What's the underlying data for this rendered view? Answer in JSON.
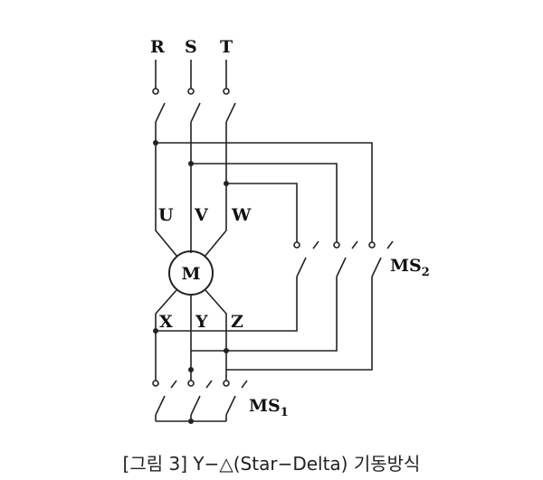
{
  "phases": {
    "r": "R",
    "s": "S",
    "t": "T"
  },
  "motor_terminals": {
    "u": "U",
    "v": "V",
    "w": "W",
    "x": "X",
    "y": "Y",
    "z": "Z"
  },
  "motor_label": "M",
  "switches": {
    "ms2": {
      "name": "MS",
      "sub": "2"
    },
    "ms1": {
      "name": "MS",
      "sub": "1"
    }
  },
  "caption": "[그림 3] Y−△(Star−Delta) 기동방식"
}
